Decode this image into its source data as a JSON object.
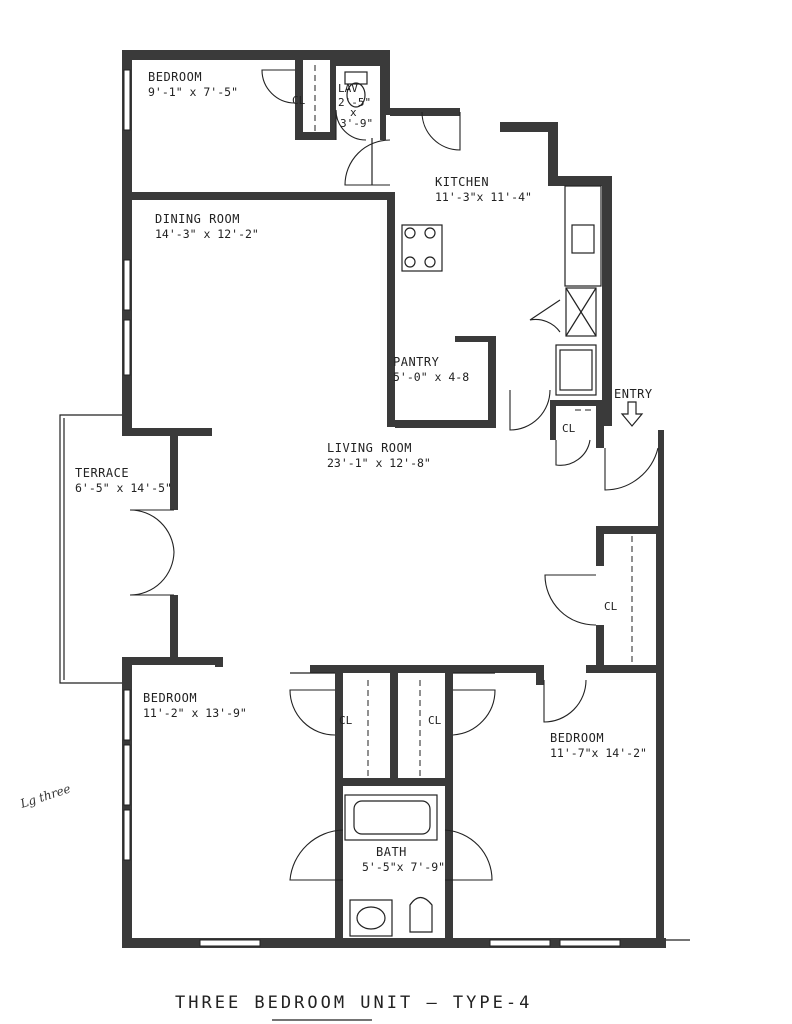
{
  "title": "THREE BEDROOM UNIT — TYPE-4",
  "rooms": {
    "bedroom_nw": {
      "name": "BEDROOM",
      "dims": "9'-1\" x 7'-5\""
    },
    "lav": {
      "name": "LAV",
      "dims_w": "2'-5\"",
      "dims_x": "x",
      "dims_h": "3'-9\""
    },
    "closet_nw": {
      "name": "CL"
    },
    "kitchen": {
      "name": "KITCHEN",
      "dims": "11'-3\"x 11'-4\""
    },
    "dining": {
      "name": "DINING ROOM",
      "dims": "14'-3\" x 12'-2\""
    },
    "pantry": {
      "name": "PANTRY",
      "dims": "5'-0\" x 4-8"
    },
    "entry": {
      "name": "ENTRY"
    },
    "closet_entry": {
      "name": "CL"
    },
    "living": {
      "name": "LIVING ROOM",
      "dims": "23'-1\" x 12'-8\""
    },
    "terrace": {
      "name": "TERRACE",
      "dims": "6'-5\" x 14'-5\""
    },
    "closet_east": {
      "name": "CL"
    },
    "bedroom_sw": {
      "name": "BEDROOM",
      "dims": "11'-2\" x 13'-9\""
    },
    "closet_left": {
      "name": "CL"
    },
    "closet_right": {
      "name": "CL"
    },
    "bedroom_se": {
      "name": "BEDROOM",
      "dims": "11'-7\"x 14'-2\""
    },
    "bath": {
      "name": "BATH",
      "dims": "5'-5\"x 7'-9\""
    }
  },
  "margin_note": "Lg three"
}
